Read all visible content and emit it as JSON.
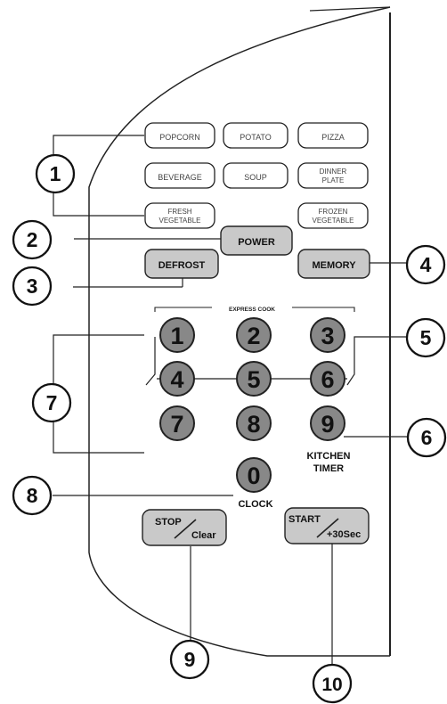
{
  "food_buttons": [
    {
      "label": "POPCORN"
    },
    {
      "label": "POTATO"
    },
    {
      "label": "PIZZA"
    },
    {
      "label": "BEVERAGE"
    },
    {
      "label": "SOUP"
    },
    {
      "label": "DINNER",
      "label2": "PLATE"
    },
    {
      "label": "FRESH",
      "label2": "VEGETABLE"
    },
    {
      "label": "FROZEN",
      "label2": "VEGETABLE"
    }
  ],
  "buttons": {
    "power": "POWER",
    "defrost": "DEFROST",
    "memory": "MEMORY",
    "stop": "STOP",
    "clear": "Clear",
    "start": "START",
    "plus30": "+30Sec"
  },
  "express_cook": "EXPRESS COOK",
  "keys": [
    "1",
    "2",
    "3",
    "4",
    "5",
    "6",
    "7",
    "8",
    "9",
    "0"
  ],
  "texts": {
    "kitchen": "KITCHEN",
    "timer": "TIMER",
    "clock": "CLOCK"
  },
  "callouts": [
    "1",
    "2",
    "3",
    "4",
    "5",
    "6",
    "7",
    "8",
    "9",
    "10"
  ]
}
